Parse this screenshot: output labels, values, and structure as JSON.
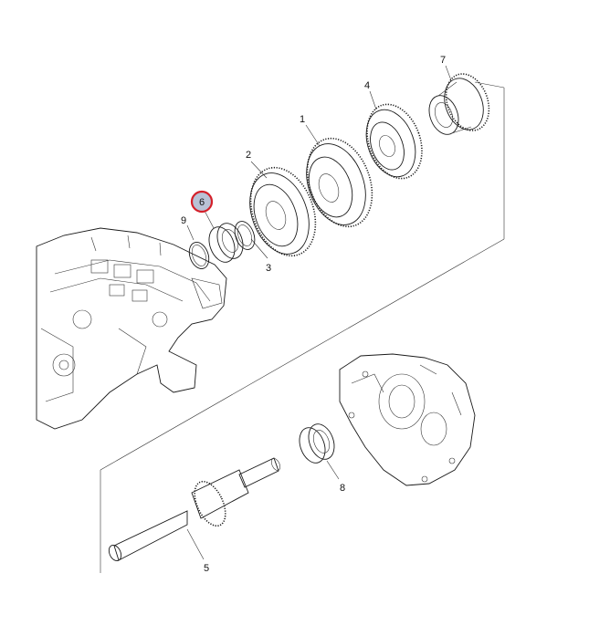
{
  "diagram": {
    "callouts": [
      {
        "id": "c1",
        "label": "1"
      },
      {
        "id": "c2",
        "label": "2"
      },
      {
        "id": "c3",
        "label": "3"
      },
      {
        "id": "c4",
        "label": "4"
      },
      {
        "id": "c5",
        "label": "5"
      },
      {
        "id": "c6",
        "label": "6",
        "highlighted": true
      },
      {
        "id": "c7",
        "label": "7"
      },
      {
        "id": "c8",
        "label": "8"
      },
      {
        "id": "c9",
        "label": "9"
      }
    ],
    "highlight_color": "#d4202a",
    "highlight_fill": "#b9c2d6",
    "line_color": "#1a1a1a"
  }
}
